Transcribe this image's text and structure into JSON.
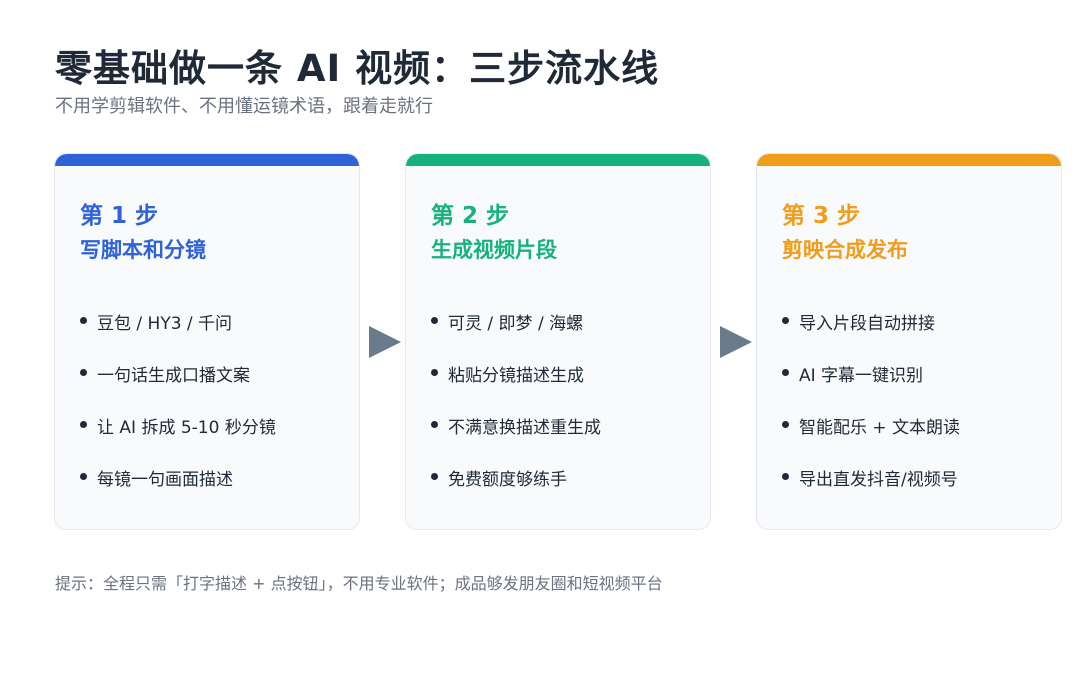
{
  "header": {
    "title": "零基础做一条 AI 视频：三步流水线",
    "subtitle": "不用学剪辑软件、不用懂运镜术语，跟着走就行"
  },
  "steps": [
    {
      "step_label": "第 1 步",
      "name": "写脚本和分镜",
      "color": "#2f62d8",
      "items": [
        "豆包 / HY3 / 千问",
        "一句话生成口播文案",
        "让 AI 拆成 5-10 秒分镜",
        "每镜一句画面描述"
      ]
    },
    {
      "step_label": "第 2 步",
      "name": "生成视频片段",
      "color": "#16b27e",
      "items": [
        "可灵 / 即梦 / 海螺",
        "粘贴分镜描述生成",
        "不满意换描述重生成",
        "免费额度够练手"
      ]
    },
    {
      "step_label": "第 3 步",
      "name": "剪映合成发布",
      "color": "#ef9d1a",
      "items": [
        "导入片段自动拼接",
        "AI 字幕一键识别",
        "智能配乐 + 文本朗读",
        "导出直发抖音/视频号"
      ]
    }
  ],
  "footer": {
    "tip": "提示：全程只需「打字描述 + 点按钮」，不用专业软件；成品够发朋友圈和短视频平台"
  },
  "colors": {
    "arrow": "#6b7b8c",
    "card_bg": "#f8fafc"
  }
}
